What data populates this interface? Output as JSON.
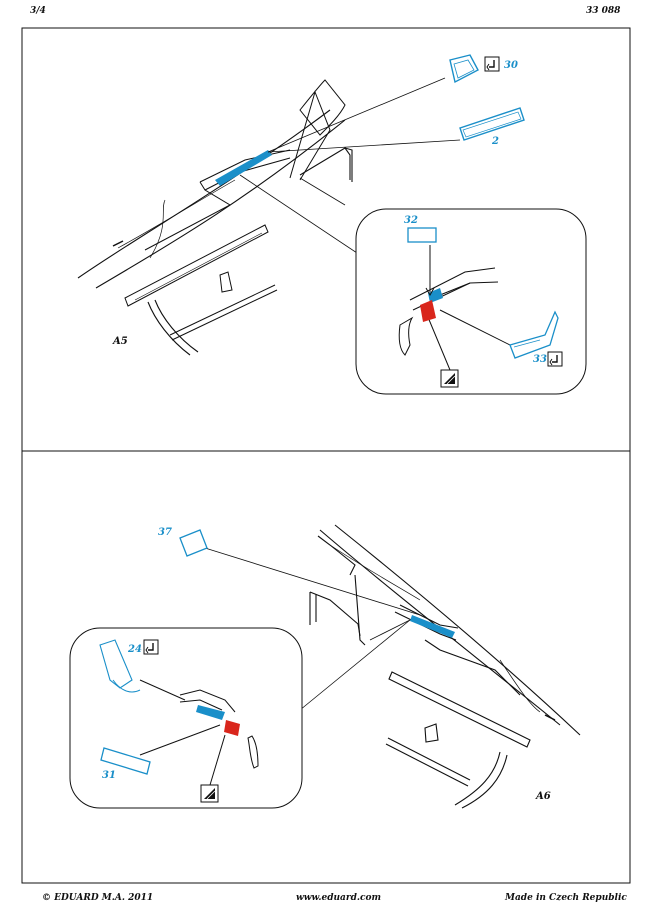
{
  "header": {
    "page": "3/4",
    "kit_number": "33 088"
  },
  "footer": {
    "copyright": "© EDUARD M.A. 2011",
    "url": "www.eduard.com",
    "origin": "Made in Czech Republic"
  },
  "steps": {
    "a5": {
      "step_label": "A5",
      "parts": {
        "p30": "30",
        "p2": "2",
        "p32": "32",
        "p33": "33"
      }
    },
    "a6": {
      "step_label": "A6",
      "parts": {
        "p37": "37",
        "p24": "24",
        "p31": "31"
      }
    }
  },
  "colors": {
    "etch_blue": "#1a8fc9",
    "paint_red": "#d9261c",
    "line": "#111111"
  },
  "icons": {
    "bend": "bend-icon",
    "paint": "paint-icon"
  }
}
